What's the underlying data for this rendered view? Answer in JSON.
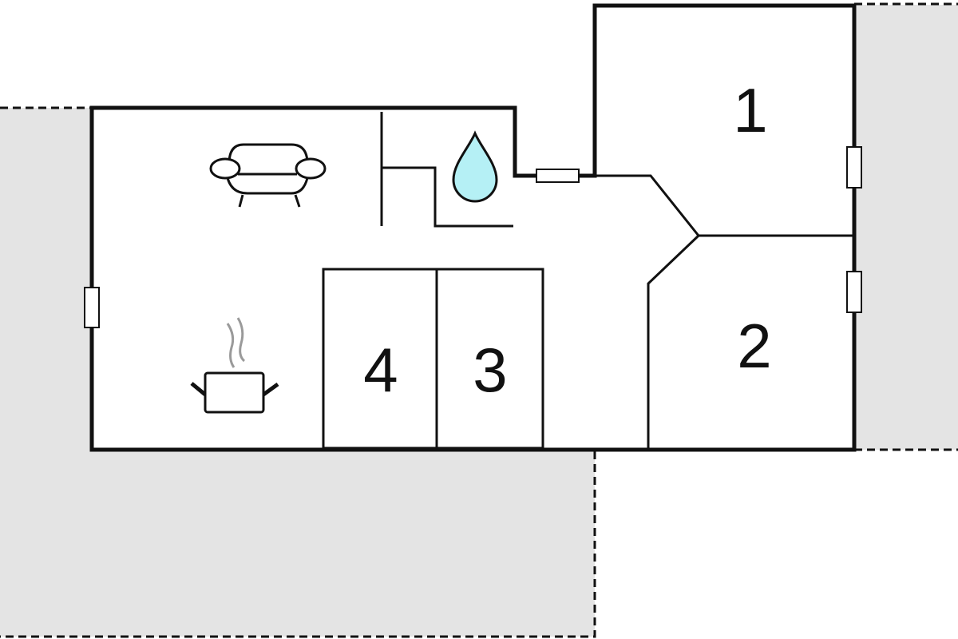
{
  "floorplan": {
    "rooms": [
      {
        "label": "1",
        "type": "bedroom"
      },
      {
        "label": "2",
        "type": "bedroom"
      },
      {
        "label": "3",
        "type": "bedroom"
      },
      {
        "label": "4",
        "type": "bedroom"
      }
    ],
    "icons": {
      "living": "sofa-icon",
      "kitchen": "cooking-pot-icon",
      "bathroom": "water-drop-icon"
    },
    "colors": {
      "terrace": "#e4e4e4",
      "wall": "#111111",
      "water": "#b5f0f5",
      "steam": "#9a9a9a"
    }
  }
}
